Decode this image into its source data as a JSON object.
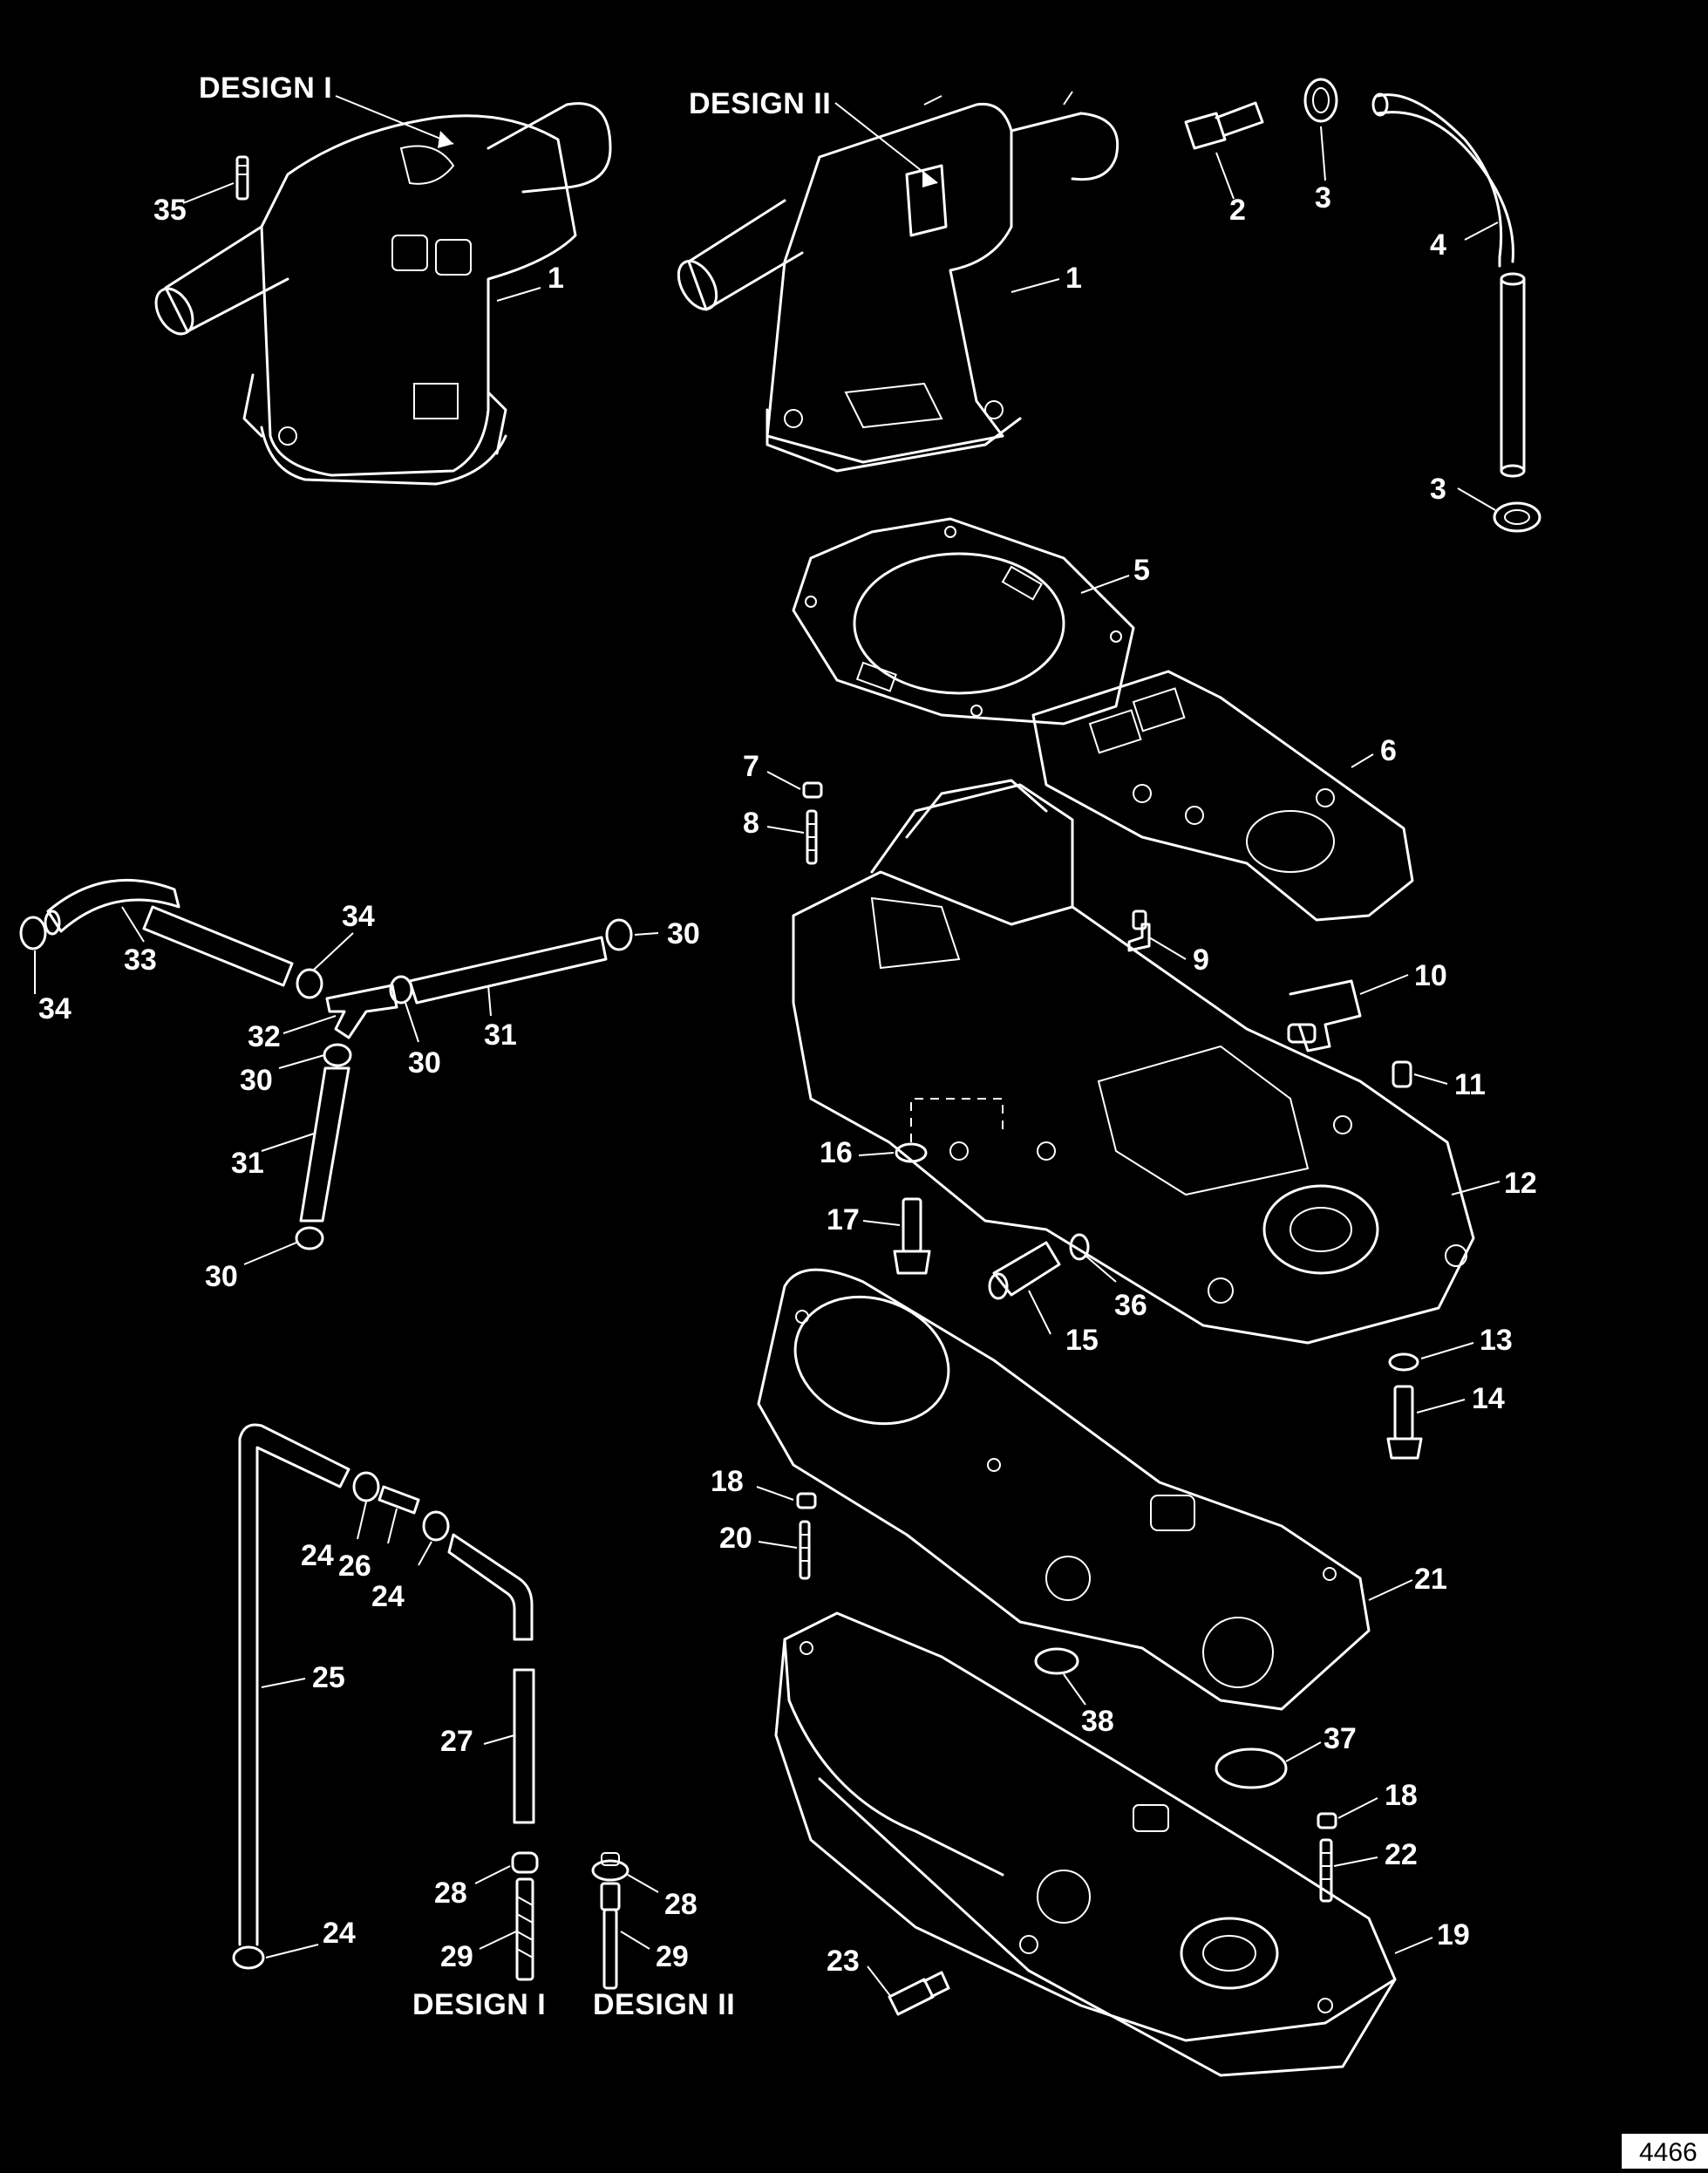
{
  "figure_number": "4466",
  "design_labels": {
    "top_left": "DESIGN I",
    "top_right": "DESIGN II",
    "bottom_left": "DESIGN I",
    "bottom_right": "DESIGN II"
  },
  "callouts": [
    {
      "id": "35",
      "text": "35"
    },
    {
      "id": "1a",
      "text": "1"
    },
    {
      "id": "1b",
      "text": "1"
    },
    {
      "id": "2",
      "text": "2"
    },
    {
      "id": "3a",
      "text": "3"
    },
    {
      "id": "4",
      "text": "4"
    },
    {
      "id": "3b",
      "text": "3"
    },
    {
      "id": "5",
      "text": "5"
    },
    {
      "id": "6",
      "text": "6"
    },
    {
      "id": "7",
      "text": "7"
    },
    {
      "id": "8",
      "text": "8"
    },
    {
      "id": "9",
      "text": "9"
    },
    {
      "id": "10",
      "text": "10"
    },
    {
      "id": "11",
      "text": "11"
    },
    {
      "id": "12",
      "text": "12"
    },
    {
      "id": "13",
      "text": "13"
    },
    {
      "id": "14",
      "text": "14"
    },
    {
      "id": "15",
      "text": "15"
    },
    {
      "id": "16",
      "text": "16"
    },
    {
      "id": "17",
      "text": "17"
    },
    {
      "id": "36",
      "text": "36"
    },
    {
      "id": "34a",
      "text": "34"
    },
    {
      "id": "34b",
      "text": "34"
    },
    {
      "id": "33",
      "text": "33"
    },
    {
      "id": "32",
      "text": "32"
    },
    {
      "id": "30a",
      "text": "30"
    },
    {
      "id": "30b",
      "text": "30"
    },
    {
      "id": "30c",
      "text": "30"
    },
    {
      "id": "30d",
      "text": "30"
    },
    {
      "id": "31a",
      "text": "31"
    },
    {
      "id": "31b",
      "text": "31"
    },
    {
      "id": "18a",
      "text": "18"
    },
    {
      "id": "20",
      "text": "20"
    },
    {
      "id": "21",
      "text": "21"
    },
    {
      "id": "38",
      "text": "38"
    },
    {
      "id": "37",
      "text": "37"
    },
    {
      "id": "18b",
      "text": "18"
    },
    {
      "id": "22",
      "text": "22"
    },
    {
      "id": "19",
      "text": "19"
    },
    {
      "id": "23",
      "text": "23"
    },
    {
      "id": "24a",
      "text": "24"
    },
    {
      "id": "26",
      "text": "26"
    },
    {
      "id": "24b",
      "text": "24"
    },
    {
      "id": "25",
      "text": "25"
    },
    {
      "id": "27",
      "text": "27"
    },
    {
      "id": "28a",
      "text": "28"
    },
    {
      "id": "29a",
      "text": "29"
    },
    {
      "id": "28b",
      "text": "28"
    },
    {
      "id": "29b",
      "text": "29"
    },
    {
      "id": "24c",
      "text": "24"
    }
  ]
}
